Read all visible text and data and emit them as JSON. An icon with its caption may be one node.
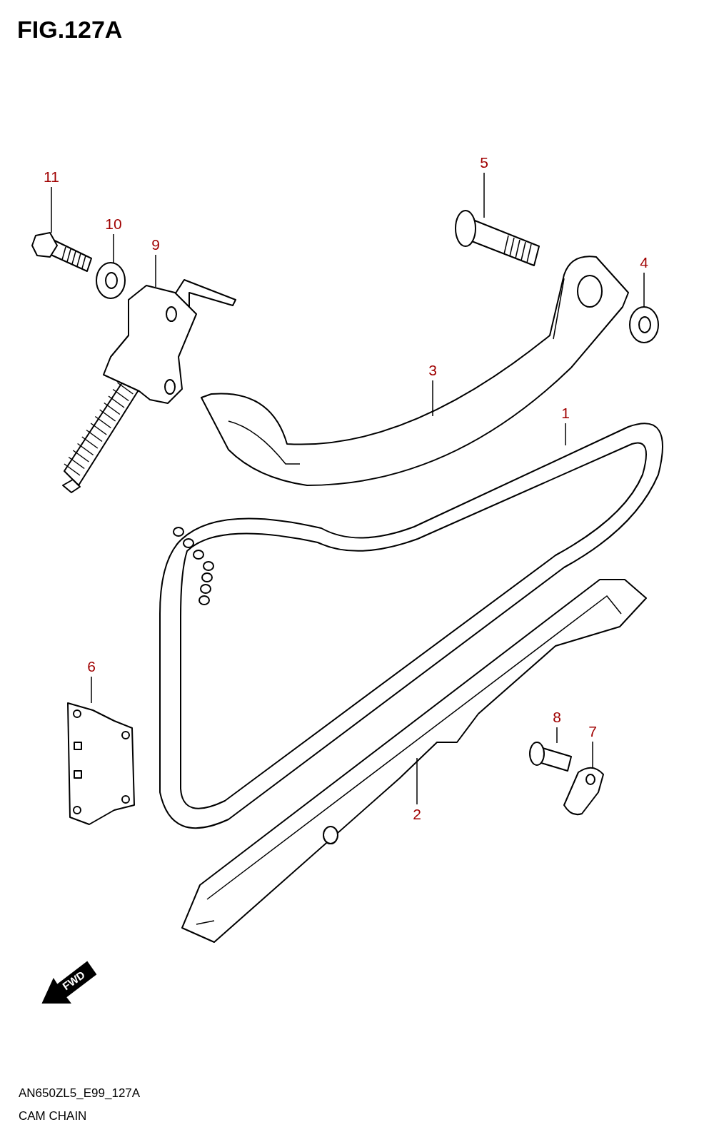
{
  "diagram": {
    "title": "FIG.127A",
    "caption": "CAM CHAIN",
    "nodes": [
      {
        "text": [
          "5"
        ]
      },
      {
        "text": [],
        "shape": "picture"
      },
      {
        "text": [
          "11"
        ]
      },
      {
        "text": [],
        "shape": "picture"
      },
      {
        "text": [
          "10"
        ]
      },
      {
        "text": [],
        "shape": "picture"
      },
      {
        "text": [
          "9"
        ]
      },
      {
        "text": [],
        "shape": "picture"
      },
      {
        "text": [
          "4"
        ]
      },
      {
        "text": [],
        "shape": "picture"
      },
      {
        "text": [
          "3"
        ]
      },
      {
        "text": [],
        "shape": "picture"
      },
      {
        "text": [
          "1"
        ]
      },
      {
        "text": [],
        "shape": "picture"
      },
      {
        "text": [
          "6"
        ]
      },
      {
        "text": [],
        "shape": "picture"
      },
      {
        "text": [
          "8"
        ]
      },
      {
        "text": [],
        "shape": "picture"
      },
      {
        "text": [
          "7"
        ]
      },
      {
        "text": [],
        "shape": "picture"
      },
      {
        "text": [
          "2"
        ]
      },
      {
        "text": [],
        "shape": "picture"
      }
    ],
    "edges": [
      {
        "from": 0,
        "to": 1,
        "arrow": "none"
      },
      {
        "from": 2,
        "to": 3,
        "arrow": "none"
      },
      {
        "from": 4,
        "to": 5,
        "arrow": "none"
      },
      {
        "from": 6,
        "to": 7,
        "arrow": "none"
      },
      {
        "from": 8,
        "to": 9,
        "arrow": "none"
      },
      {
        "from": 10,
        "to": 11,
        "arrow": "none"
      },
      {
        "from": 12,
        "to": 13,
        "arrow": "none"
      },
      {
        "from": 14,
        "to": 15,
        "arrow": "none"
      },
      {
        "from": 16,
        "to": 17,
        "arrow": "none"
      },
      {
        "from": 18,
        "to": 19,
        "arrow": "none"
      },
      {
        "from": 20,
        "to": 21,
        "arrow": "none"
      }
    ],
    "labels": [
      "FWD",
      "AN650ZL5_E99_127A"
    ]
  }
}
